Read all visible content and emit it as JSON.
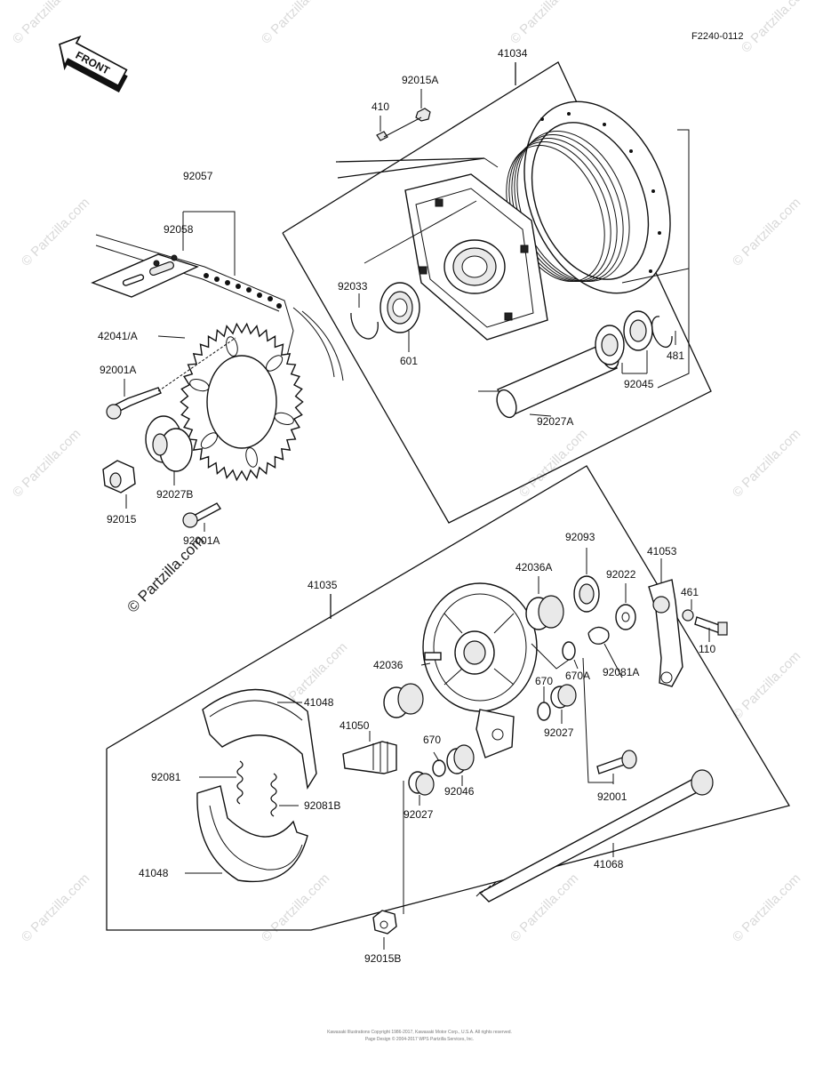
{
  "diagram_code": "F2240-0112",
  "front_marker": "FRONT",
  "watermark": "© Partzilla.com",
  "footer": {
    "line1": "Kawasaki Illustrations Copyright 1986-2017, Kawasaki Motor Corp., U.S.A. All rights reserved.",
    "line2": "Page Design © 2004-2017 WPS Partzilla Services, Inc."
  },
  "labels": {
    "p41034": "41034",
    "p92015A": "92015A",
    "p410": "410",
    "p92057": "92057",
    "p92058": "92058",
    "p92033": "92033",
    "p601": "601",
    "p481": "481",
    "p92045": "92045",
    "p92027A": "92027A",
    "p42041A": "42041/A",
    "p92001A_top": "92001A",
    "p92027B": "92027B",
    "p92015": "92015",
    "p92001A_bot": "92001A",
    "p41035": "41035",
    "p92093": "92093",
    "p42036A": "42036A",
    "p92022": "92022",
    "p41053": "41053",
    "p461": "461",
    "p110": "110",
    "p42036": "42036",
    "p670A": "670A",
    "p670_a": "670",
    "p92081A": "92081A",
    "p41048_top": "41048",
    "p41050": "41050",
    "p670_b": "670",
    "p92027": "92027",
    "p92081": "92081",
    "p92046": "92046",
    "p92081B": "92081B",
    "p92027_b": "92027",
    "p92001": "92001",
    "p41048_bot": "41048",
    "p41068": "41068",
    "p92015B": "92015B"
  }
}
